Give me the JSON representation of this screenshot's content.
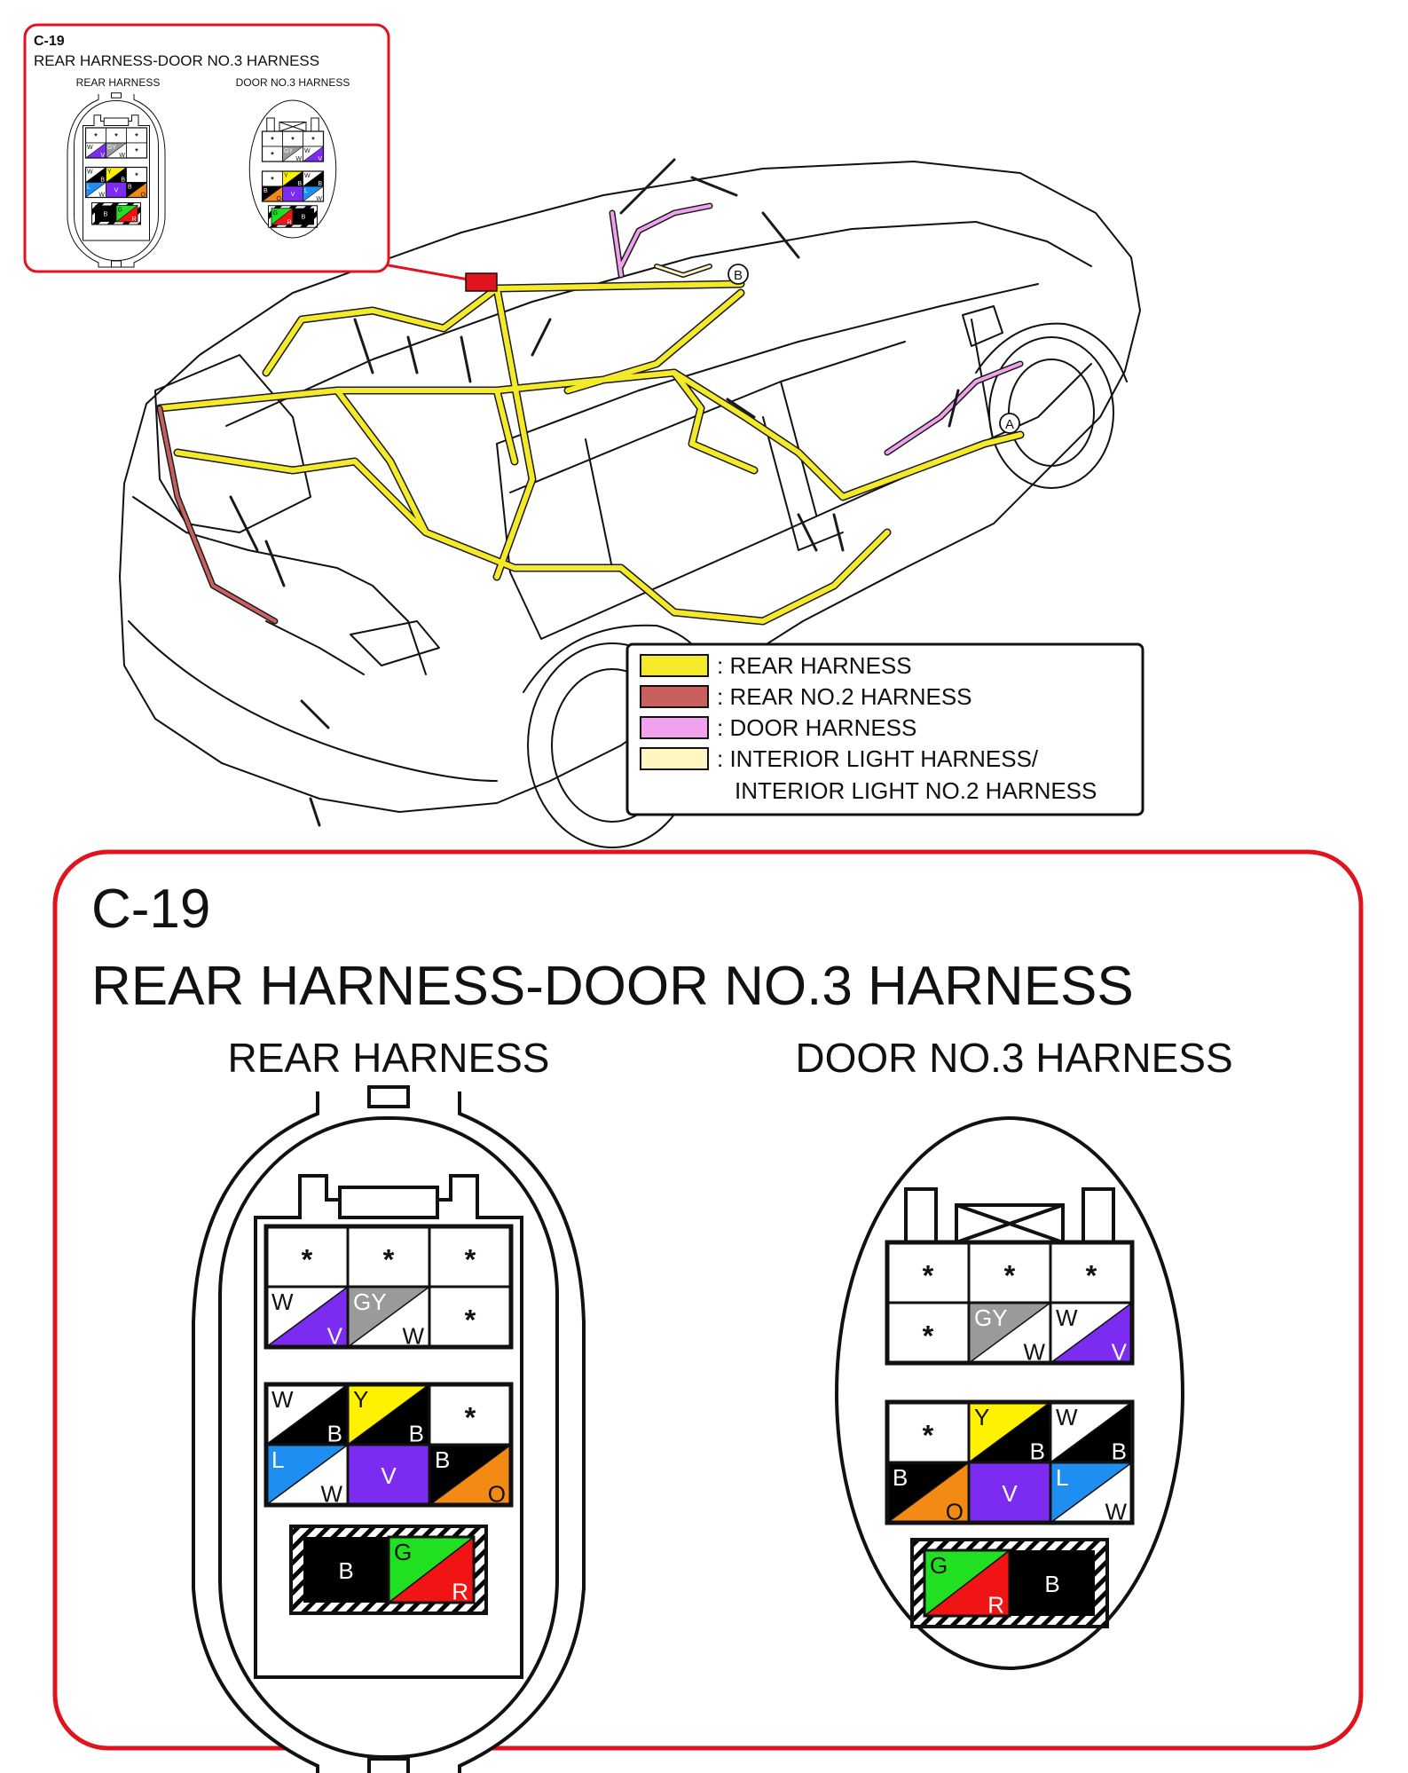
{
  "colors": {
    "frame_red": "#e0141e",
    "rear_harness": "#f5ea2a",
    "rear_no2_harness": "#c9605e",
    "door_harness": "#f0a2ec",
    "interior_light_harness": "#fff6c4",
    "wire_V": "#7c2cf0",
    "wire_GY": "#9a9a9a",
    "wire_Y": "#fff200",
    "wire_L": "#1e8ff0",
    "wire_O": "#f28a14",
    "wire_G": "#21e021",
    "wire_R": "#f01414",
    "wire_B": "#000000",
    "wire_W": "#ffffff"
  },
  "inset": {
    "code": "C-19",
    "title": "REAR HARNESS-DOOR NO.3 HARNESS",
    "left_label": "REAR HARNESS",
    "right_label": "DOOR NO.3 HARNESS"
  },
  "car": {
    "marker_a": "A",
    "marker_b": "B"
  },
  "legend": {
    "items": [
      {
        "label": ": REAR HARNESS",
        "color": "#f5ea2a"
      },
      {
        "label": ": REAR NO.2 HARNESS",
        "color": "#c9605e"
      },
      {
        "label": ": DOOR HARNESS",
        "color": "#f0a2ec"
      },
      {
        "label": ": INTERIOR LIGHT HARNESS/",
        "color": "#fff6c4"
      }
    ],
    "continuation": "INTERIOR LIGHT NO.2 HARNESS"
  },
  "detail": {
    "code": "C-19",
    "title": "REAR HARNESS-DOOR NO.3 HARNESS",
    "left_label": "REAR HARNESS",
    "right_label": "DOOR NO.3 HARNESS",
    "star": "*",
    "rear_connector": {
      "top_rows": [
        [
          {
            "star": true
          },
          {
            "star": true
          },
          {
            "star": true
          }
        ],
        [
          {
            "a": "W",
            "b": "V"
          },
          {
            "a": "GY",
            "b": "W"
          },
          {
            "star": true
          }
        ]
      ],
      "bottom_rows": [
        [
          {
            "a": "W",
            "b": "B"
          },
          {
            "a": "Y",
            "b": "B"
          },
          {
            "star": true
          }
        ],
        [
          {
            "a": "L",
            "b": "W"
          },
          {
            "solid": "V"
          },
          {
            "a": "B",
            "b": "O"
          }
        ]
      ],
      "plug": [
        {
          "solid": "B"
        },
        {
          "a": "G",
          "b": "R"
        }
      ]
    },
    "door_connector": {
      "top_rows": [
        [
          {
            "star": true
          },
          {
            "star": true
          },
          {
            "star": true
          }
        ],
        [
          {
            "star": true
          },
          {
            "a": "GY",
            "b": "W"
          },
          {
            "a": "W",
            "b": "V"
          }
        ]
      ],
      "bottom_rows": [
        [
          {
            "star": true
          },
          {
            "a": "Y",
            "b": "B"
          },
          {
            "a": "W",
            "b": "B"
          }
        ],
        [
          {
            "a": "B",
            "b": "O"
          },
          {
            "solid": "V"
          },
          {
            "a": "L",
            "b": "W"
          }
        ]
      ],
      "plug": [
        {
          "a": "G",
          "b": "R"
        },
        {
          "solid": "B"
        }
      ]
    }
  }
}
